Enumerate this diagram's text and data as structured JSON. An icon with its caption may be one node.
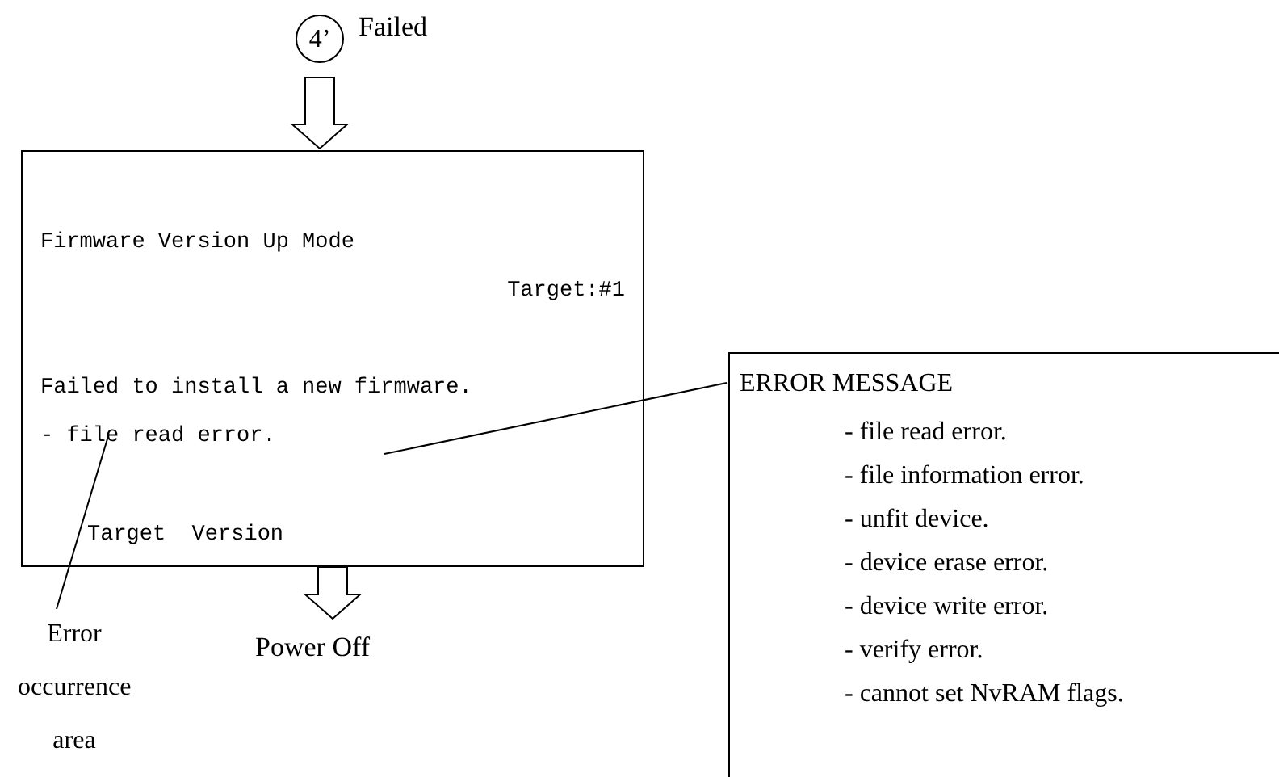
{
  "diagram": {
    "nodes": [
      {
        "text": [
          "4’"
        ],
        "beside": [
          "Failed"
        ]
      },
      {
        "text": [
          "Firmware Version Up Mode",
          "Target:#1",
          "Failed to install a new firmware.",
          "- file read error.",
          "Target  Version"
        ]
      },
      {
        "text": [
          "Power Off"
        ]
      },
      {
        "text": [
          "ERROR MESSAGE",
          "- file read error.",
          "- file information error.",
          "- unfit device.",
          "- device erase error.",
          "- device write error.",
          "- verify error.",
          "- cannot set NvRAM flags."
        ]
      },
      {
        "text": [
          "Error occurrence area"
        ]
      }
    ],
    "edges": [
      {
        "from": 0,
        "to": 1,
        "arrow": "to"
      },
      {
        "from": 1,
        "to": 2,
        "arrow": "to"
      },
      {
        "from": 3,
        "to": 1,
        "arrow": "none"
      },
      {
        "from": 4,
        "to": 1,
        "arrow": "none"
      }
    ]
  }
}
